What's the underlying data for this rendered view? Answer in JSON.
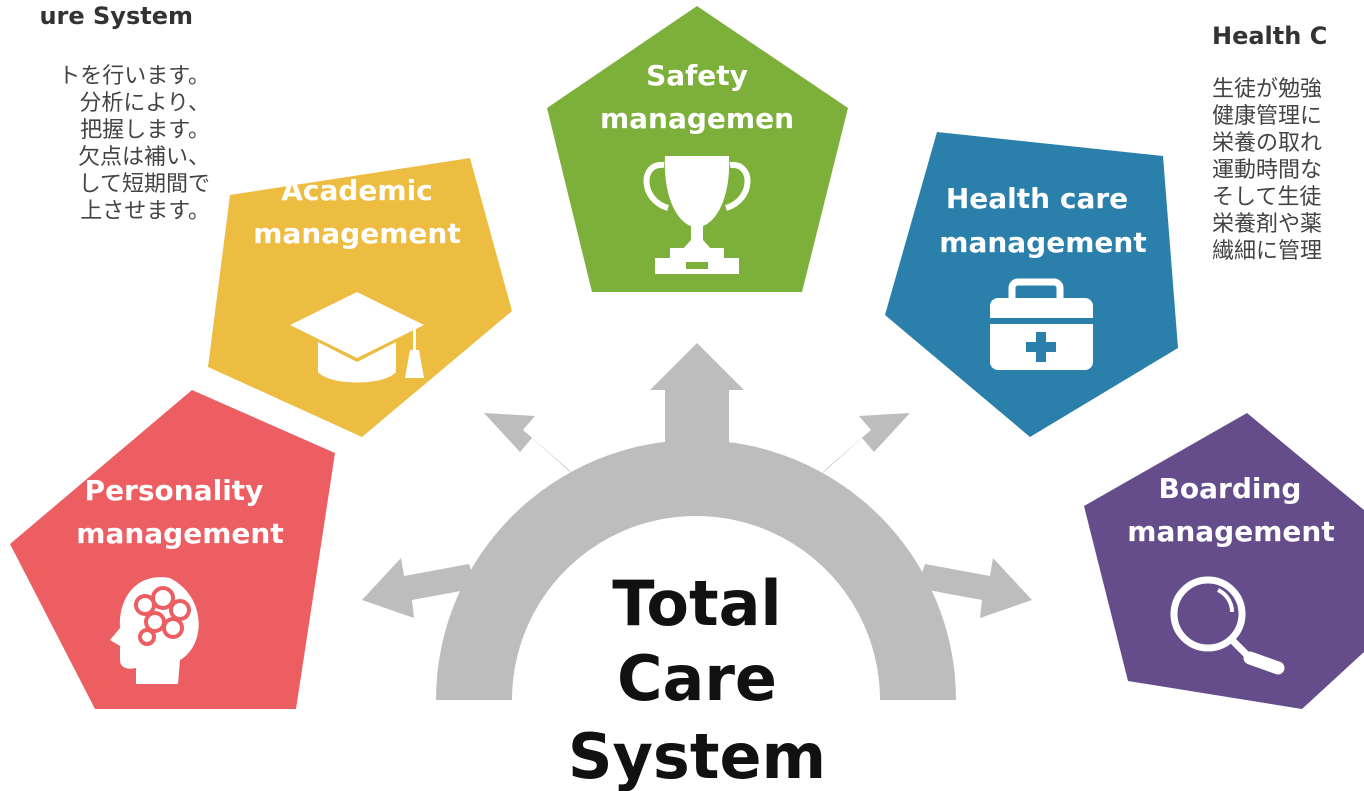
{
  "center_title": [
    "Total",
    "Care",
    "System"
  ],
  "left_panel": {
    "heading": "ure System",
    "lines": [
      "トを行います。",
      "分析により、",
      "把握します。",
      "欠点は補い、",
      "して短期間で",
      "上させます。"
    ]
  },
  "right_panel": {
    "heading": "Health C",
    "lines": [
      "生徒が勉強",
      "健康管理に",
      "栄養の取れ",
      "運動時間な",
      "そして生徒",
      "栄養剤や薬",
      "繊細に管理"
    ]
  },
  "pentagons": [
    {
      "key": "personality",
      "lines": [
        "Personality",
        "management"
      ],
      "color": "#ec5e62",
      "icon": "brain-head-icon"
    },
    {
      "key": "academic",
      "lines": [
        "Academic",
        "management"
      ],
      "color": "#ecbd40",
      "icon": "graduation-cap-icon"
    },
    {
      "key": "safety",
      "lines": [
        "Safety",
        "managemen"
      ],
      "color": "#7db03a",
      "icon": "trophy-icon"
    },
    {
      "key": "health",
      "lines": [
        "Health care",
        "management"
      ],
      "color": "#2a80ab",
      "icon": "first-aid-kit-icon"
    },
    {
      "key": "boarding",
      "lines": [
        "Boarding",
        "management"
      ],
      "color": "#654d8b",
      "icon": "magnifier-icon"
    }
  ],
  "colors": {
    "hub": "#bdbdbd",
    "title": "#111111",
    "label": "#ffffff"
  }
}
